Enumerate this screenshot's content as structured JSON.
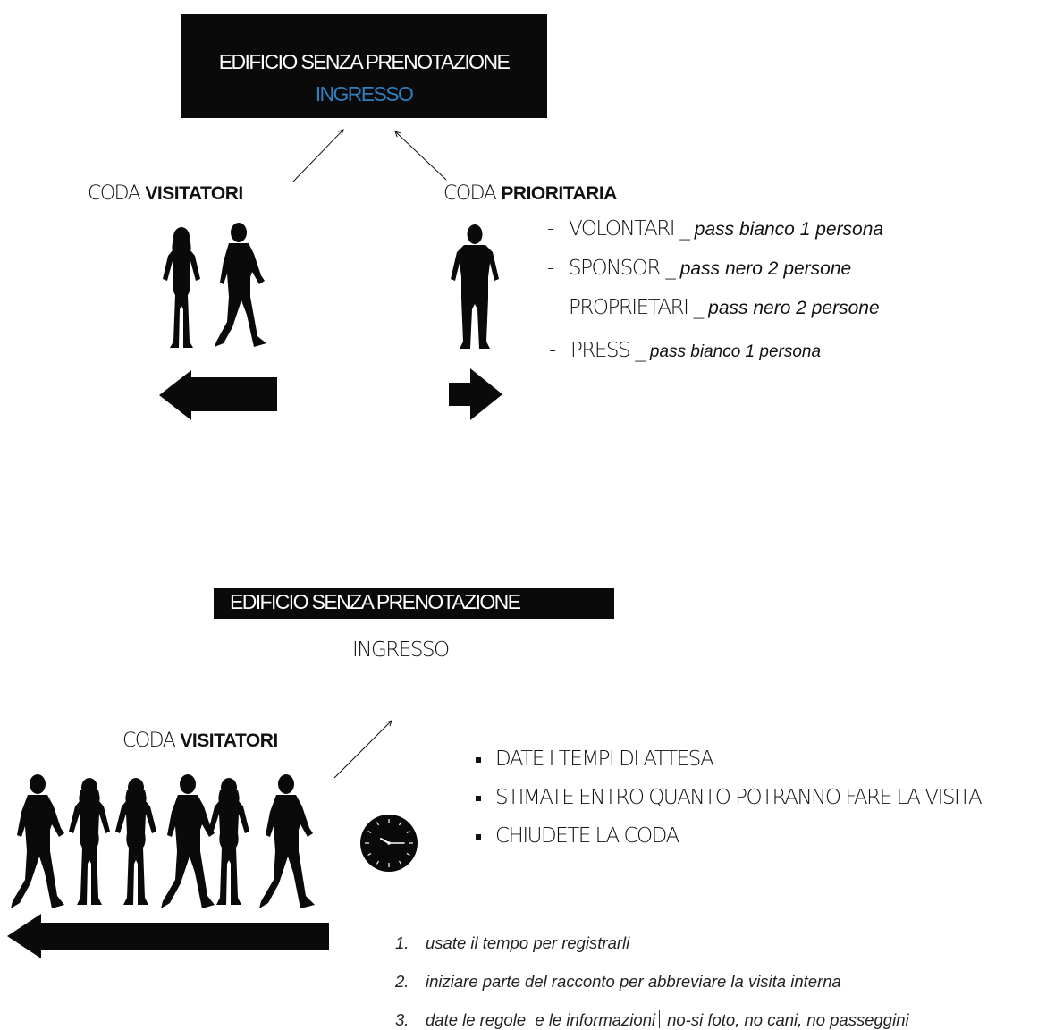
{
  "top_entrance": {
    "line1": "EDIFICIO SENZA PRENOTAZIONE",
    "line2": "INGRESSO",
    "line2_color": "#2f7fc2"
  },
  "visitor_queue": {
    "prefix": "CODA",
    "label": "VISITATORI"
  },
  "priority_queue": {
    "prefix": "CODA",
    "label": "PRIORITARIA",
    "items": [
      {
        "dash": "-",
        "name": "VOLONTARI",
        "sep": "_",
        "note": "pass bianco 1 persona"
      },
      {
        "dash": "-",
        "name": "SPONSOR",
        "sep": "_",
        "note": "pass nero 2 persone"
      },
      {
        "dash": "-",
        "name": "PROPRIETARI",
        "sep": "_",
        "note": "pass nero 2 persone"
      },
      {
        "dash": "-",
        "name": "PRESS",
        "sep": "_",
        "note": "pass bianco 1 persona"
      }
    ]
  },
  "bottom_entrance": {
    "line1": "EDIFICIO SENZA PRENOTAZIONE",
    "line2": "INGRESSO"
  },
  "bottom_queue": {
    "prefix": "CODA",
    "label": "VISITATORI"
  },
  "instructions": [
    "DATE I TEMPI DI ATTESA",
    "STIMATE ENTRO QUANTO POTRANNO FARE LA VISITA",
    "CHIUDETE LA CODA"
  ],
  "tips": [
    {
      "num": "1.",
      "text": "usate il tempo per registrarli"
    },
    {
      "num": "2.",
      "text": "iniziare parte del racconto per abbreviare la visita interna"
    },
    {
      "num": "3.",
      "text": "date le regole  e le informazioni",
      "text2": "no-si foto, no cani, no passeggini"
    }
  ],
  "icons": [
    "arrow-up-right-icon",
    "arrow-up-left-icon",
    "woman-silhouette-icon",
    "man-walking-silhouette-icon",
    "man-standing-silhouette-icon",
    "arrow-left-icon",
    "arrow-right-icon",
    "clock-icon"
  ]
}
